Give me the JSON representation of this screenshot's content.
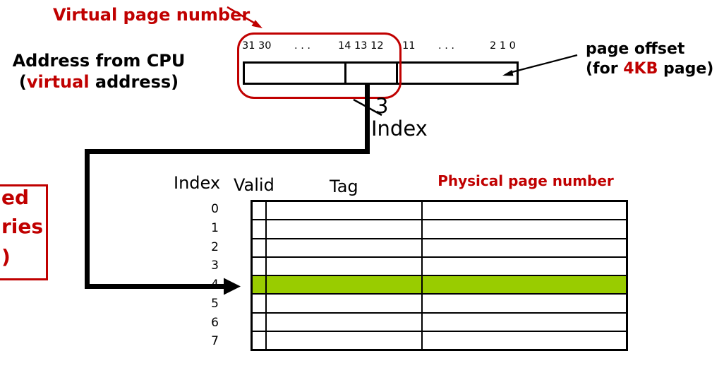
{
  "labels": {
    "virtual_page_number": "Virtual page number",
    "address_from_cpu": "Address from CPU",
    "virtual_address_pre": "(",
    "virtual_address_red": "virtual",
    "virtual_address_post": " address)",
    "page_offset": "page offset",
    "page_offset_pre": "(for ",
    "page_offset_red": "4KB",
    "page_offset_post": " page)",
    "index_bit_count": "3",
    "index_wire": "Index"
  },
  "bit_labels": {
    "high": "31 30",
    "dots_left": ". . .",
    "mid": "14 13 12",
    "b11": "11",
    "dots_right": ". . .",
    "low": "2 1 0"
  },
  "clipped_note": {
    "lines": [
      "ed",
      "ries",
      ")"
    ]
  },
  "table": {
    "headers": {
      "index": "Index",
      "valid": "Valid",
      "tag": "Tag",
      "physical_page_number": "Physical page number"
    },
    "row_labels": [
      "0",
      "1",
      "2",
      "3",
      "4",
      "5",
      "6",
      "7"
    ],
    "highlighted_row_index": 4
  },
  "colors": {
    "accent_red": "#c00000",
    "highlight_green": "#99cc00"
  }
}
